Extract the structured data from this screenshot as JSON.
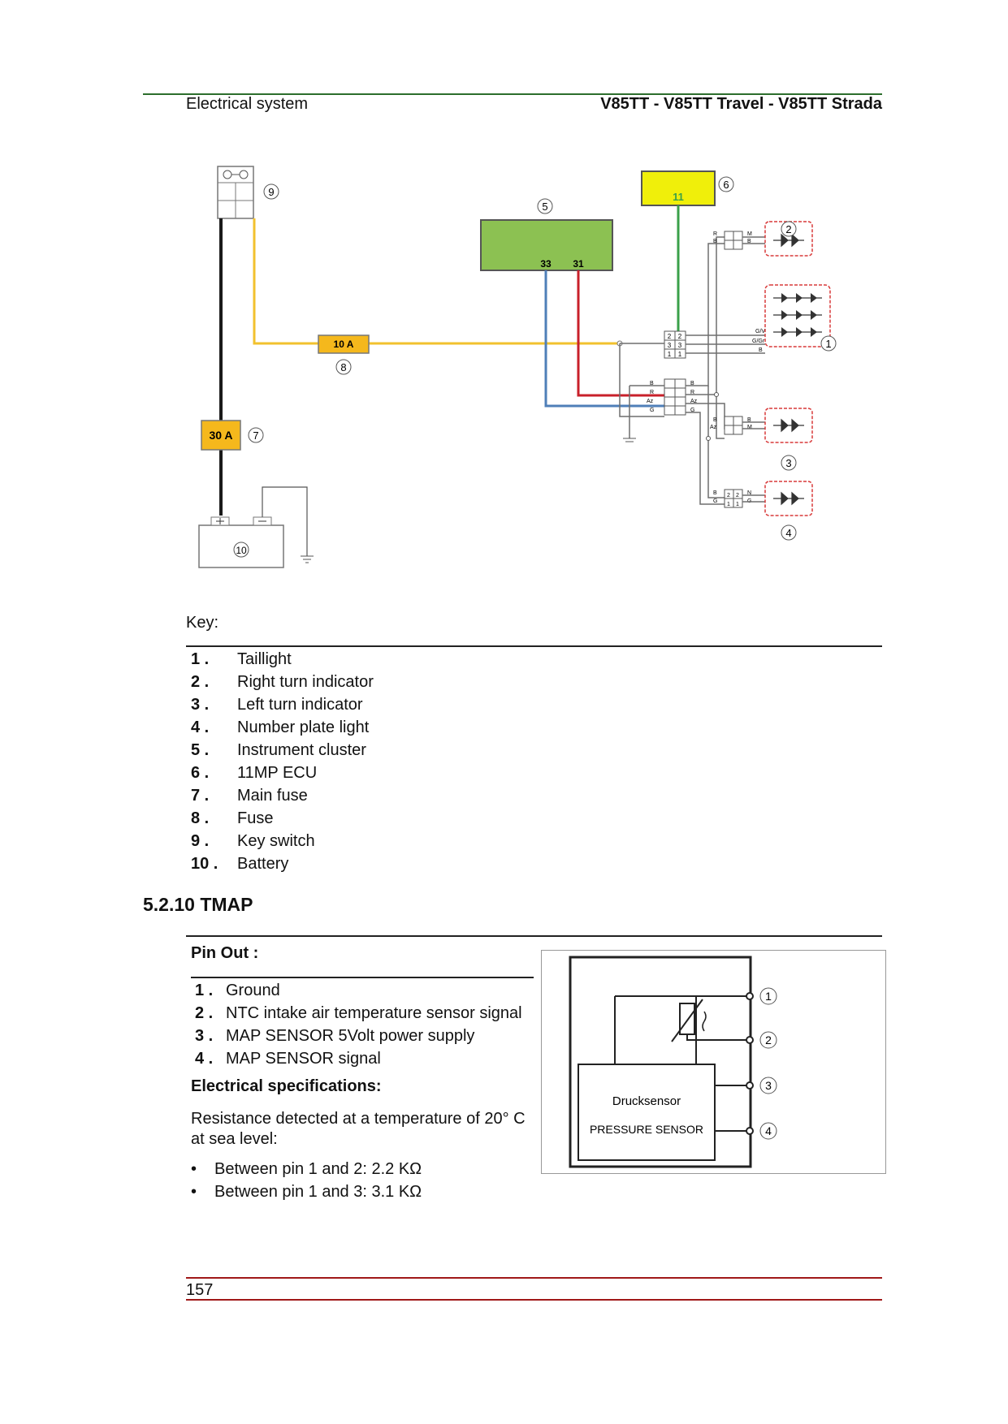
{
  "header": {
    "section_name": "Electrical system",
    "model_names": "V85TT - V85TT Travel - V85TT Strada"
  },
  "wiring_diagram": {
    "callouts": [
      "1",
      "2",
      "3",
      "4",
      "5",
      "6",
      "7",
      "8",
      "9",
      "10"
    ],
    "fuse_main_label": "30 A",
    "fuse_label": "10 A",
    "cluster_pin_a": "33",
    "cluster_pin_b": "31",
    "ecu_pin": "11",
    "connector_pins": [
      "2",
      "3",
      "1",
      "2",
      "1"
    ],
    "wire_labels": {
      "w_r1": "R",
      "w_b1": "B",
      "w_m1": "M",
      "w_b2": "B",
      "w_gv": "G/V",
      "w_ggr": "G/Gr",
      "w_b3": "B",
      "w_b4": "B",
      "w_r4": "R",
      "w_az4": "Az",
      "w_g4": "G",
      "w_b5": "B",
      "w_r5": "R",
      "w_az5": "Az",
      "w_g5": "G",
      "w_b6": "B",
      "w_az6": "Az",
      "w_b7": "B",
      "w_m7": "M",
      "w_b8": "B",
      "w_g8": "G",
      "w_n8": "N",
      "w_g9": "G"
    },
    "colors": {
      "yellow_wire": "#f2c12e",
      "black_wire": "#1a1a1a",
      "blue_wire": "#4f7fb8",
      "red_wire": "#c8202a",
      "green_wire": "#3aa04a",
      "grey_wire": "#6e6e6e",
      "cluster_fill": "#8cc152",
      "ecu_fill": "#f0ef0a",
      "fuse_fill": "#f5b81c",
      "lamp_border": "#d83a3a"
    }
  },
  "key": {
    "title": "Key:",
    "items": [
      {
        "num": "1 .",
        "label": "Taillight"
      },
      {
        "num": "2 .",
        "label": "Right turn indicator"
      },
      {
        "num": "3 .",
        "label": "Left turn indicator"
      },
      {
        "num": "4 .",
        "label": "Number plate light"
      },
      {
        "num": "5 .",
        "label": "Instrument cluster"
      },
      {
        "num": "6 .",
        "label": "11MP ECU"
      },
      {
        "num": "7 .",
        "label": "Main fuse"
      },
      {
        "num": "8 .",
        "label": "Fuse"
      },
      {
        "num": "9 .",
        "label": "Key switch"
      },
      {
        "num": "10 .",
        "label": "Battery"
      }
    ]
  },
  "tmap": {
    "section_title": "5.2.10 TMAP",
    "pin_out_title": "Pin Out :",
    "pins": [
      {
        "num": "1 .",
        "label": "Ground"
      },
      {
        "num": "2 .",
        "label": "NTC intake air temperature sensor signal"
      },
      {
        "num": "3 .",
        "label": "MAP SENSOR 5Volt power supply"
      },
      {
        "num": "4 .",
        "label": "MAP SENSOR signal"
      }
    ],
    "specs_title": "Electrical specifications:",
    "specs_text": "Resistance detected at a temperature of 20° C at sea level:",
    "specs_bullets": [
      {
        "bullet": "•",
        "text": "Between pin 1 and 2: 2.2 KΩ"
      },
      {
        "bullet": "•",
        "text": "Between pin 1 and 3: 3.1 KΩ"
      }
    ],
    "diagram": {
      "sensor_label_de": "Drucksensor",
      "sensor_label_en": "PRESSURE SENSOR",
      "pin_numbers": [
        "1",
        "2",
        "3",
        "4"
      ]
    }
  },
  "footer": {
    "page_number": "157"
  }
}
